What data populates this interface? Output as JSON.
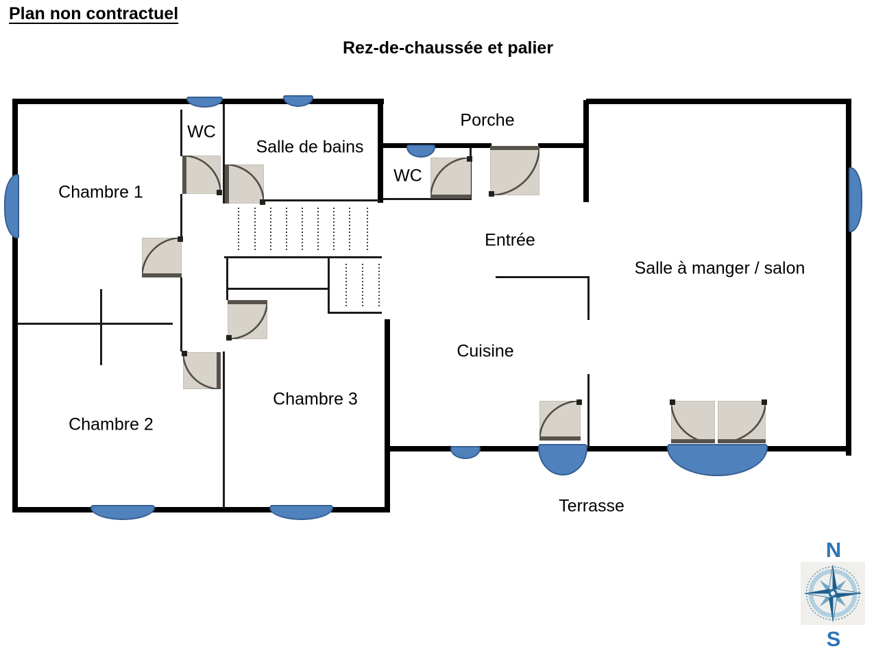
{
  "page": {
    "title": "Plan non contractuel",
    "subtitle": "Rez-de-chaussée et palier"
  },
  "rooms": {
    "chambre1": "Chambre 1",
    "wc1": "WC",
    "salle_de_bains": "Salle de bains",
    "porche": "Porche",
    "wc2": "WC",
    "entree": "Entrée",
    "salle_a_manger": "Salle à manger / salon",
    "cuisine": "Cuisine",
    "chambre3": "Chambre 3",
    "chambre2": "Chambre 2",
    "terrasse": "Terrasse"
  },
  "compass": {
    "north": "N",
    "south": "S"
  },
  "colors": {
    "wall": "#000000",
    "window_fill": "#4f81bd",
    "window_border": "#365f91",
    "door_fill": "#d7d3ca",
    "door_line": "#514e46",
    "compass_blue": "#2e75b6"
  }
}
